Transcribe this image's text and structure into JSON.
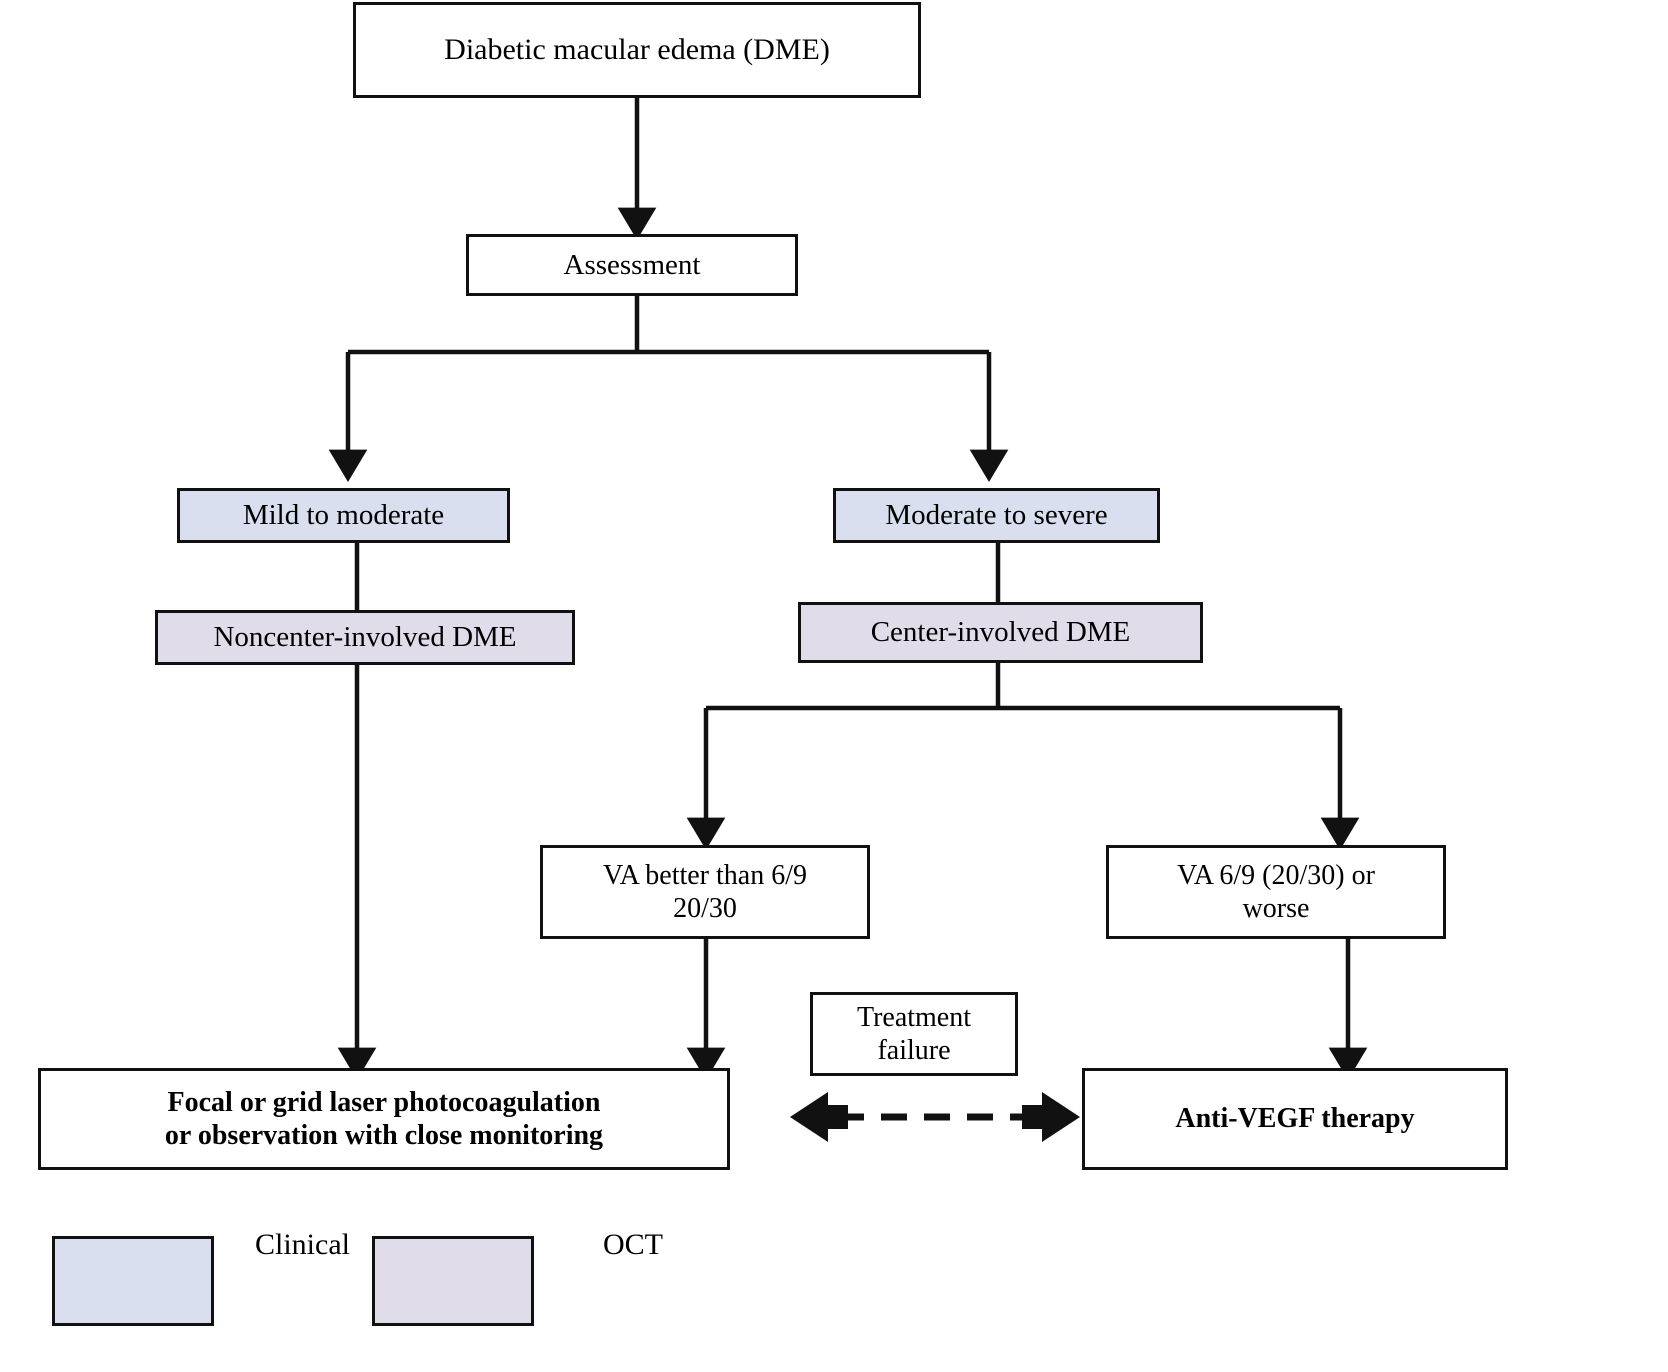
{
  "diagram": {
    "title_node": "Diabetic macular edema (DME)",
    "assessment_node": "Assessment",
    "severity": {
      "left": "Mild to moderate",
      "right": "Moderate to severe"
    },
    "oct_findings": {
      "left": "Noncenter-involved DME",
      "right": "Center-involved DME"
    },
    "visual_acuity": {
      "left_line1": "VA better than 6/9",
      "left_line2": "20/30",
      "right_line1": "VA 6/9 (20/30) or",
      "right_line2": "worse"
    },
    "treatment_failure": {
      "line1": "Treatment",
      "line2": "failure"
    },
    "treatments": {
      "left_line1": "Focal or grid laser photocoagulation",
      "left_line2": "or observation with close monitoring",
      "right": "Anti-VEGF therapy"
    }
  },
  "legend": {
    "items": [
      {
        "label": "Clinical",
        "color": "#d9dfee"
      },
      {
        "label": "OCT",
        "color": "#e1dce9"
      }
    ]
  },
  "colors": {
    "clinical_fill": "#d9dfee",
    "oct_fill": "#e1dce9",
    "stroke": "#111111",
    "background": "#ffffff"
  }
}
